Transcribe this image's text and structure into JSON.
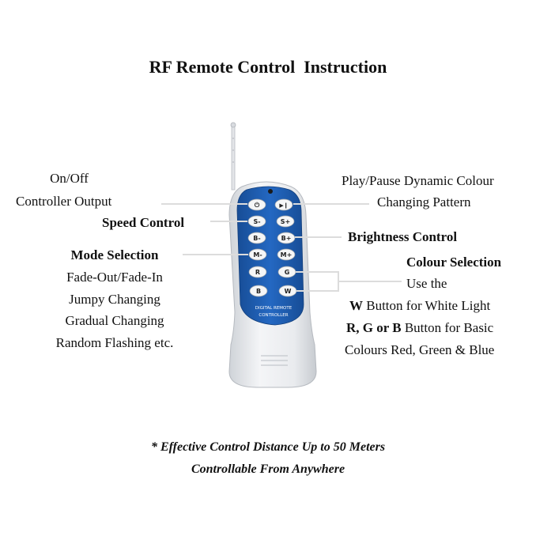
{
  "title": "RF Remote Control  Instruction",
  "labels": {
    "onoff_1": "On/Off",
    "onoff_2": "Controller Output",
    "speed": "Speed Control",
    "mode": "Mode Selection",
    "mode_1": "Fade-Out/Fade-In",
    "mode_2": "Jumpy Changing",
    "mode_3": "Gradual Changing",
    "mode_4": "Random Flashing etc.",
    "play_1": "Play/Pause Dynamic Colour",
    "play_2": "Changing Pattern",
    "brightness": "Brightness Control",
    "colour": "Colour Selection",
    "colour_1": "Use the",
    "colour_2_bold": "W",
    "colour_2": " Button for White Light",
    "colour_3_bold": "R, G or B",
    "colour_3": " Button for Basic",
    "colour_4": "Colours Red, Green & Blue"
  },
  "remote": {
    "buttons": {
      "power": "⏻",
      "play": "▶❙",
      "s_minus": "S-",
      "s_plus": "S+",
      "b_minus": "B-",
      "b_plus": "B+",
      "m_minus": "M-",
      "m_plus": "M+",
      "r": "R",
      "g": "G",
      "b": "B",
      "w": "W"
    },
    "brand_1": "DIGITAL REMOTE",
    "brand_2": "CONTROLLER",
    "colors": {
      "panel": "#1f5fb3",
      "body": "#eef0f2",
      "button": "#f5f6f7",
      "line": "#dcdcdc"
    }
  },
  "notes": {
    "line1": "* Effective Control Distance Up to 50 Meters",
    "line2": "Controllable From Anywhere"
  }
}
